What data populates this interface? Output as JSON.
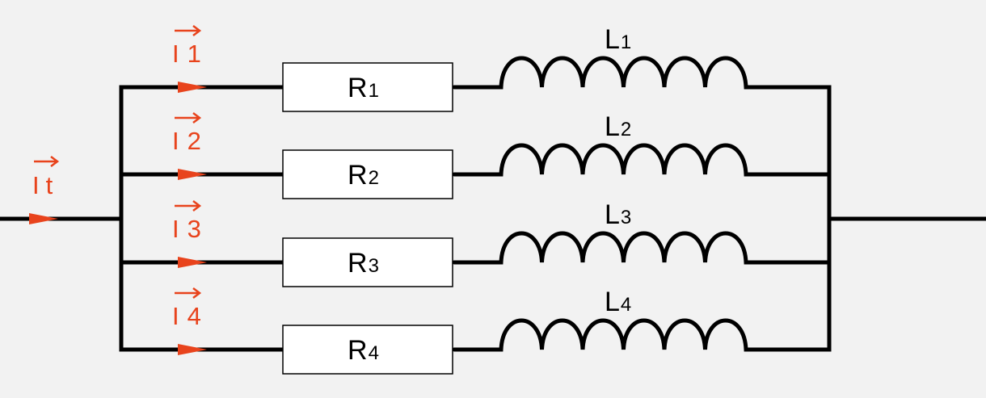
{
  "colors": {
    "wire": "#000000",
    "current": "#e8431c",
    "background": "#f2f2f2",
    "resistor_fill": "#ffffff"
  },
  "total_current": {
    "symbol": "I",
    "subscript": "t"
  },
  "branches": [
    {
      "current": {
        "symbol": "I",
        "subscript": "1"
      },
      "resistor": {
        "symbol": "R",
        "subscript": "1"
      },
      "inductor": {
        "symbol": "L",
        "subscript": "1"
      }
    },
    {
      "current": {
        "symbol": "I",
        "subscript": "2"
      },
      "resistor": {
        "symbol": "R",
        "subscript": "2"
      },
      "inductor": {
        "symbol": "L",
        "subscript": "2"
      }
    },
    {
      "current": {
        "symbol": "I",
        "subscript": "3"
      },
      "resistor": {
        "symbol": "R",
        "subscript": "3"
      },
      "inductor": {
        "symbol": "L",
        "subscript": "3"
      }
    },
    {
      "current": {
        "symbol": "I",
        "subscript": "4"
      },
      "resistor": {
        "symbol": "R",
        "subscript": "4"
      },
      "inductor": {
        "symbol": "L",
        "subscript": "4"
      }
    }
  ]
}
